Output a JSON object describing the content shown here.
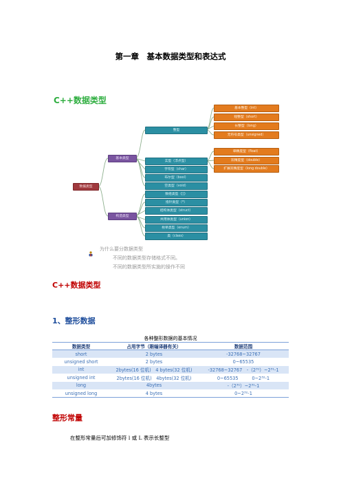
{
  "title": "第一章　基本数据类型和表达式",
  "section1": "C++数据类型",
  "tree": {
    "root": "数据类型",
    "basic": "基本类型",
    "construct": "构造类型",
    "integer": "整型",
    "int_types": [
      "基本整型（int）",
      "短整型（short）",
      "长整型（long）",
      "无符号类型（unsigned）"
    ],
    "real": "实型（浮点型）",
    "real_types": [
      "单精度型（float）",
      "双精度型（double）",
      "扩展双精度型（long double）"
    ],
    "basic_others": [
      "字符型（char）",
      "布尔型（bool）",
      "空类型（void）"
    ],
    "construct_types": [
      "数组类型（[]）",
      "指针类型（*）",
      "结构体类型（struct）",
      "共用体类型（union）",
      "枚举类型（enum）",
      "类（class）"
    ]
  },
  "notes": {
    "icon": "person-icon",
    "line1": "为什么要分数据类型",
    "line2": "不同的数据类型存储格式不同。",
    "line3": "不同的数据类型所实施的操作不同"
  },
  "section2": "C++数据类型",
  "section3": "1、整形数据",
  "table": {
    "caption": "各种整形数据的基本情况",
    "headers": [
      "数据类型",
      "占用字节（跟编译器有关）",
      "数据范围"
    ],
    "rows": [
      [
        "short",
        "2 bytes",
        "-32768~32767"
      ],
      [
        "unsigned short",
        "2 bytes",
        "0~65535"
      ],
      [
        "int",
        "2bytes(16 位机)　4 bytes(32 位机)",
        "-32768~32767　-（2³¹）~2³¹-1"
      ],
      [
        "unsigned int",
        "2bytes(16 位机)　4bytes(32 位机)",
        "0~65535　　　0~2³²-1"
      ],
      [
        "long",
        "4bytes",
        "-（2³¹）~2³¹-1"
      ],
      [
        "unsigned long",
        "4 bytes",
        "0~2³²-1"
      ]
    ]
  },
  "section4": "整形常量",
  "body_text": "在整形常量后可加修饰符 l 或 L 表示长整型",
  "colors": {
    "green": "#2fae40",
    "red": "#c00000",
    "blue": "#1f4e9c"
  }
}
